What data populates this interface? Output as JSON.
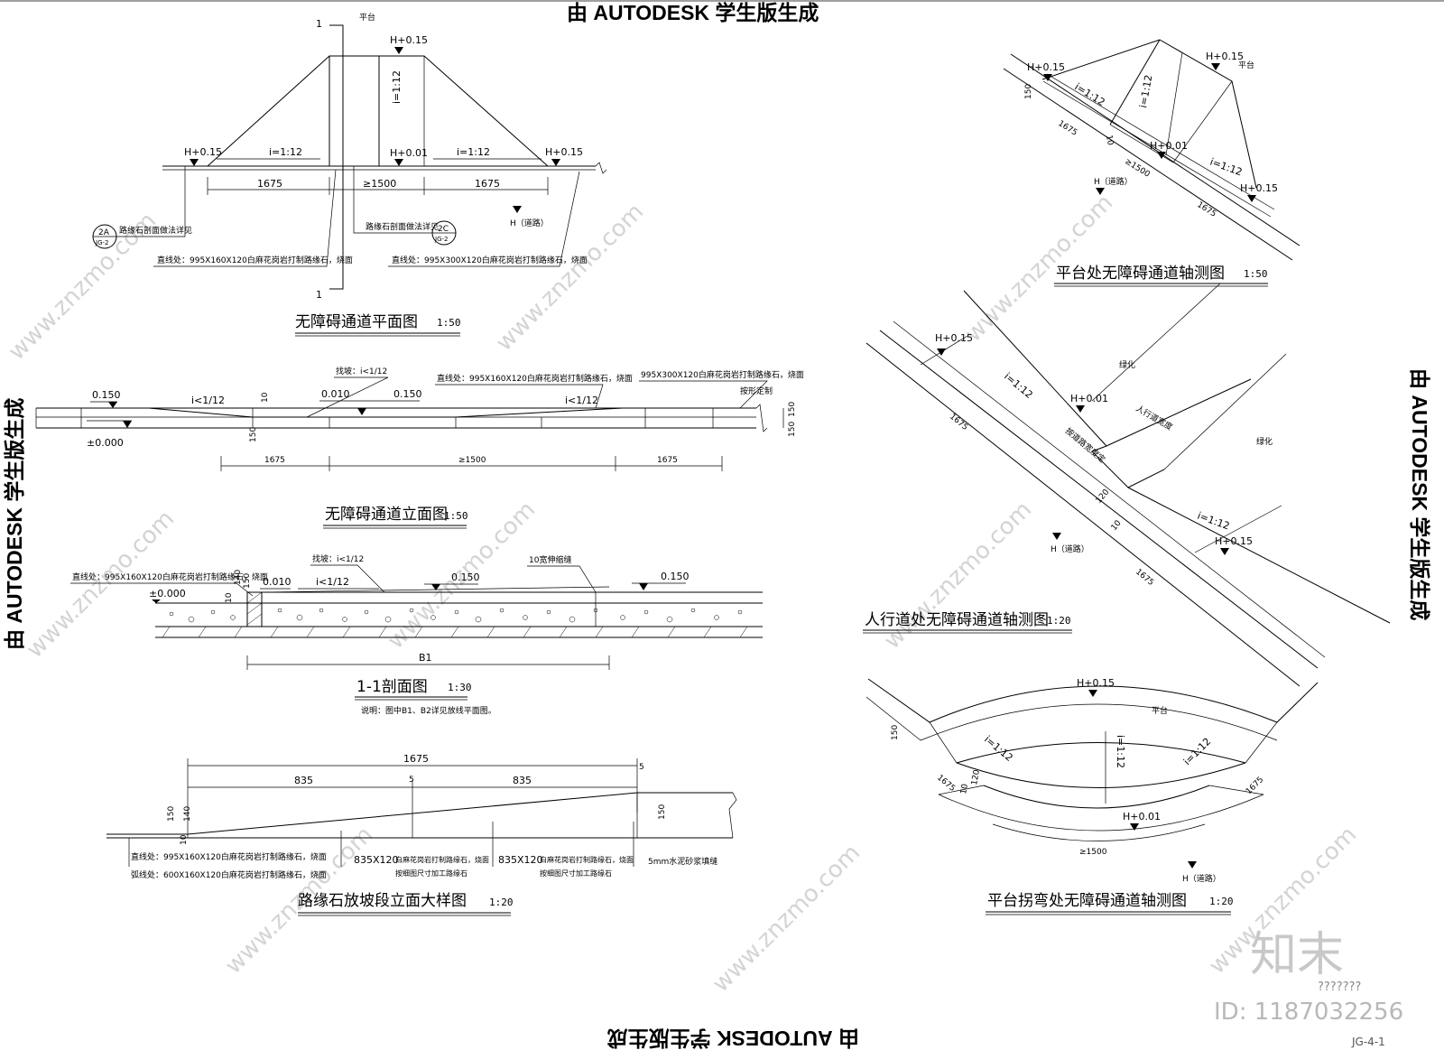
{
  "watermark": {
    "autodesk": "由 AUTODESK 学生版生成",
    "site_logo": "知末",
    "site_id": "ID: 1187032256",
    "site_tag": "???????",
    "diag_mark": "www.znzmo.com",
    "sheet_no": "JG-4-1"
  },
  "plan": {
    "title": "无障碍通道平面图",
    "scale": "1:50",
    "labels": {
      "platform": "平台",
      "h015": "H+0.15",
      "h001": "H+0.01",
      "slope": "i=1:12",
      "h_road": "H（道路）",
      "d1675": "1675",
      "d1500": "≥1500",
      "sec1": "1",
      "ref_a": "2A",
      "ref_a_sub": "JG-2",
      "ref_c": "2C",
      "ref_c_sub": "JG-2",
      "note_a": "路缘石剖面做法详见",
      "note_c": "路缘石剖面做法详见",
      "note_curb_a": "直线处：995X160X120白麻花岗岩打制路缘石，烧面",
      "note_curb_c": "直线处：995X300X120白麻花岗岩打制路缘石，烧面"
    }
  },
  "elevation": {
    "title": "无障碍通道立面图",
    "scale": "1:50",
    "labels": {
      "v0150": "0.150",
      "v0010": "0.010",
      "v0000": "±0.000",
      "slope1": "i<1/12",
      "slope_top": "找坡：i<1/12",
      "d1675": "1675",
      "d1500": "≥1500",
      "d150": "150",
      "d10": "10",
      "curb1": "直线处：995X160X120白麻花岗岩打制路缘石，烧面",
      "curb2": "995X300X120白麻花岗岩打制路缘石，烧面",
      "curb2b": "按形定制"
    }
  },
  "section": {
    "title": "1-1剖面图",
    "scale": "1:30",
    "note": "说明：图中B1、B2详见放线平面图。",
    "labels": {
      "curb": "直线处：995X160X120白麻花岗岩打制路缘石，烧面",
      "slope_top": "找坡：i<1/12",
      "slope": "i<1/12",
      "v0000": "±0.000",
      "v0010": "0.010",
      "v0150": "0.150",
      "joint": "10宽伸缩缝",
      "d10": "10",
      "d140": "140",
      "d150": "150",
      "b1": "B1"
    }
  },
  "curb_detail": {
    "title": "路缘石放坡段立面大样图",
    "scale": "1:20",
    "labels": {
      "d1675": "1675",
      "d835a": "835",
      "d835b": "835",
      "d5a": "5",
      "d5b": "5",
      "d150a": "150",
      "d140": "140",
      "d10": "10",
      "d150b": "150",
      "n1a": "直线处：995X160X120白麻花岗岩打制路缘石，烧面",
      "n1b": "弧线处：600X160X120白麻花岗岩打制路缘石，烧面",
      "n2a": "835X120",
      "n2b": "白麻花岗岩打制路缘石，烧面",
      "n2c": "按细图尺寸加工路缘石",
      "n3a": "835X120",
      "n3b": "白麻花岗岩打制路缘石，烧面",
      "n3c": "按细图尺寸加工路缘石",
      "n4": "5mm水泥砂浆填缝"
    }
  },
  "axo1": {
    "title": "平台处无障碍通道轴测图",
    "scale": "1:50",
    "labels": {
      "h015a": "H+0.15",
      "h015b": "H+0.15",
      "h015c": "H+0.15",
      "h001": "H+0.01",
      "platform": "平台",
      "s1": "i=1:12",
      "s2": "i=1:12",
      "s3": "i=1:12",
      "d150": "150",
      "d1675a": "1675",
      "d1675b": "1675",
      "d1500": "≥1500",
      "d10": "10",
      "h_road": "H（道路）"
    }
  },
  "axo2": {
    "title": "人行道处无障碍通道轴测图",
    "scale": "1:20",
    "labels": {
      "h015a": "H+0.15",
      "h015b": "H+0.15",
      "h001": "H+0.01",
      "s1": "i=1:12",
      "s2": "i=1:12",
      "green1": "绿化",
      "green2": "绿化",
      "walk1": "人行道宽度",
      "walk2": "按道路宽度定",
      "d1675a": "1675",
      "d1675b": "1675",
      "d120": "120",
      "d10": "10",
      "h_road": "H（道路）"
    }
  },
  "axo3": {
    "title": "平台拐弯处无障碍通道轴测图",
    "scale": "1:20",
    "labels": {
      "h015": "H+0.15",
      "h001": "H+0.01",
      "platform": "平台",
      "s1": "i=1:12",
      "s2": "i=1:12",
      "s3": "i=1:12",
      "d150": "150",
      "d1675a": "1675",
      "d1675b": "1675",
      "d1500": "≥1500",
      "d120": "120",
      "d10": "10",
      "h_road": "H（道路）"
    }
  }
}
